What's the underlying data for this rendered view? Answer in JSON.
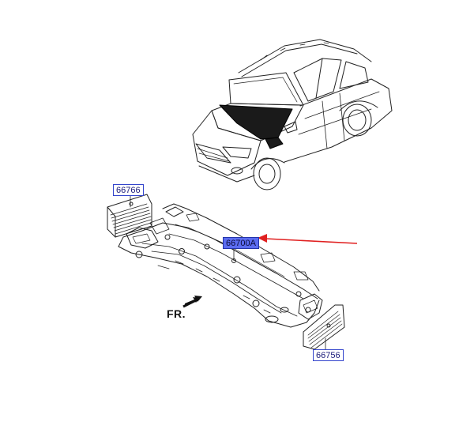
{
  "diagram": {
    "callouts": {
      "part_66766": "66766",
      "part_66700a": "66700A",
      "part_66756": "66756"
    },
    "direction_label": "FR.",
    "colors": {
      "callout_border": "#3344cc",
      "callout_highlight": "#5b6cf0",
      "pointer_arrow": "#e02020",
      "linework": "#222222"
    }
  }
}
